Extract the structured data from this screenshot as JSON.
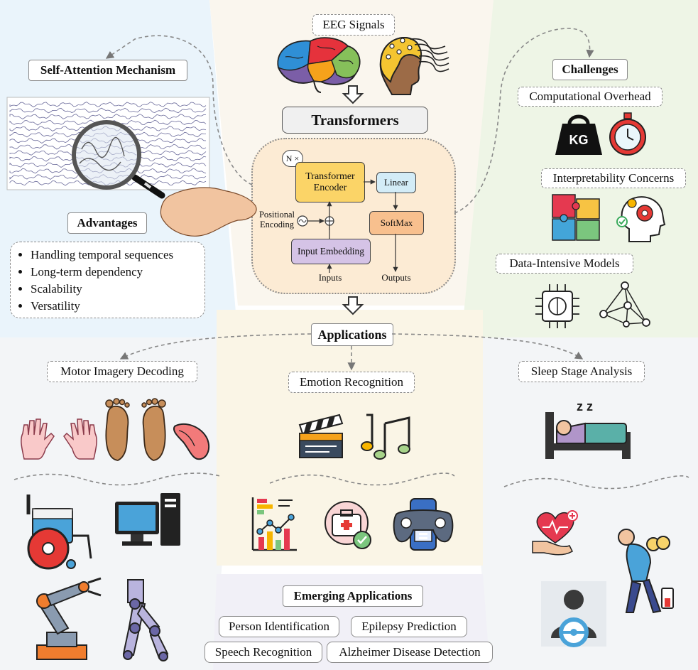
{
  "top_center": {
    "eeg_label": "EEG Signals",
    "transformers_label": "Transformers"
  },
  "arch": {
    "n_label": "N ×",
    "encoder": "Transformer Encoder",
    "linear": "Linear",
    "softmax": "SoftMax",
    "positional": "Positional Encoding",
    "embedding": "Input Embedding",
    "inputs": "Inputs",
    "outputs": "Outputs",
    "add_symbol": "⊕",
    "sine_symbol": "~"
  },
  "left_panel": {
    "self_attention": "Self-Attention Mechanism",
    "advantages_title": "Advantages",
    "advantages": [
      "Handling temporal sequences",
      "Long-term dependency",
      "Scalability",
      "Versatility"
    ]
  },
  "right_panel": {
    "challenges_title": "Challenges",
    "c1": "Computational Overhead",
    "c2": "Interpretability Concerns",
    "c3": "Data-Intensive Models",
    "kg": "KG"
  },
  "applications": {
    "title": "Applications",
    "motor": "Motor Imagery Decoding",
    "emotion": "Emotion Recognition",
    "sleep": "Sleep Stage Analysis",
    "zz": "z z",
    "emerging_title": "Emerging Applications",
    "emerging": [
      "Person Identification",
      "Epilepsy Prediction",
      "Speech Recognition",
      "Alzheimer Disease Detection"
    ]
  },
  "colors": {
    "left_bg": "#eaf4fb",
    "right_bg": "#eef5e6",
    "center_bg": "#faf5e6",
    "bottom_bg": "#f2f4f6",
    "encoder": "#fbd467",
    "linear": "#d3ecf7",
    "softmax": "#f8c08e",
    "embedding": "#d5c3e6",
    "arch_bg": "#fcebd4"
  }
}
